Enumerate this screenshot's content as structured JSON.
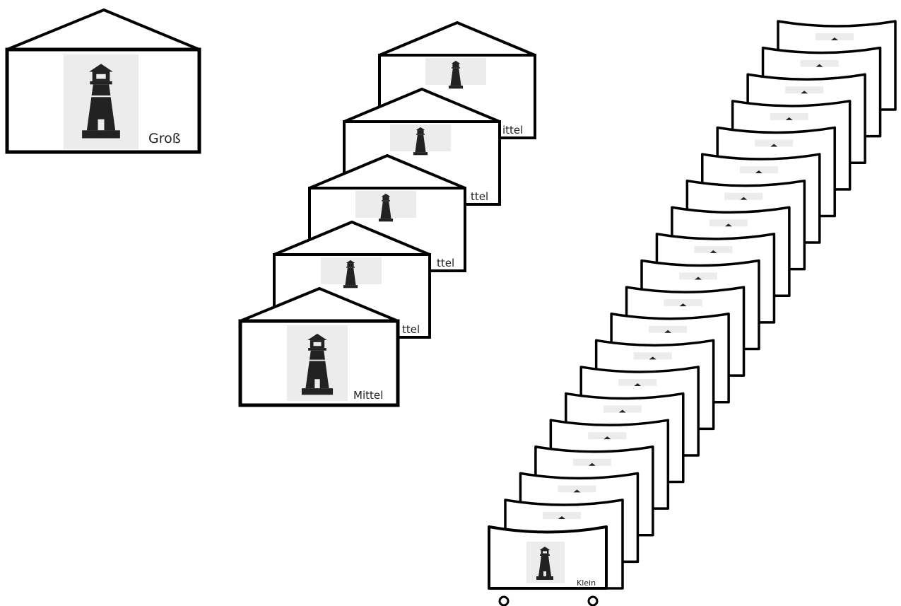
{
  "colors": {
    "stroke": "#000000",
    "picture_bg": "#ececec",
    "lighthouse": "#222222",
    "background": "#ffffff"
  },
  "icons": [
    "lighthouse-icon",
    "wheel-icon"
  ],
  "large": {
    "label": "Groß"
  },
  "medium": {
    "label": "Mittel",
    "stack_count": 5,
    "partial_labels": [
      "ittel",
      "ttel",
      "ttel",
      "ttel"
    ]
  },
  "small": {
    "label": "Klein",
    "stack_count": 20
  }
}
